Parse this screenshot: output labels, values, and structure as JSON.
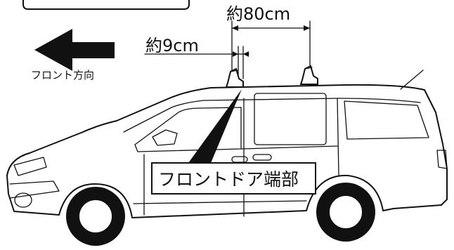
{
  "labels": {
    "rack_spacing": "約80cm",
    "front_offset": "約9cm",
    "direction": "フロント方向",
    "reference_point": "フロントドア端部"
  },
  "icons": {
    "direction_arrow": "left-arrow-icon",
    "roof_rack": "roof-rack-foot-icon",
    "pointer": "triangle-pointer-icon"
  },
  "colors": {
    "ink": "#111111",
    "background": "#ffffff"
  }
}
